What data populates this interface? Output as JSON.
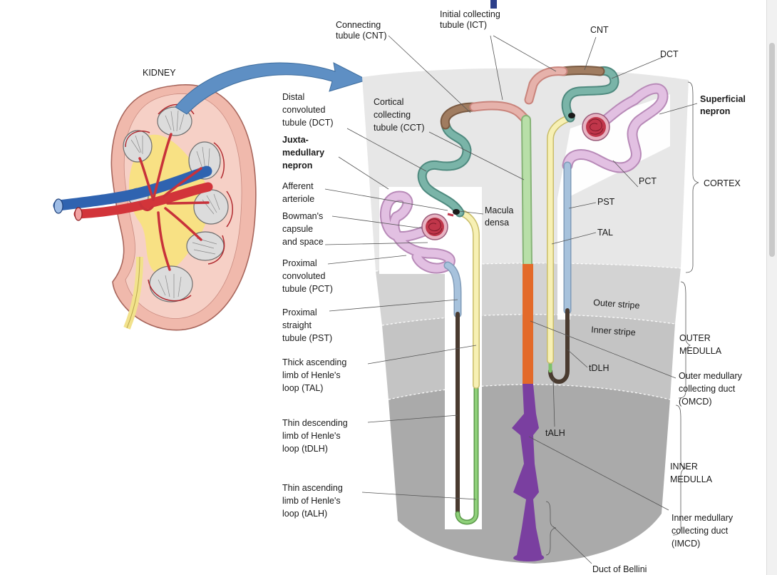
{
  "labels": {
    "kidney": "KIDNEY",
    "cnt_left": [
      "Connecting",
      "tubule (CNT)"
    ],
    "ict": [
      "Initial collecting",
      "tubule (ICT)"
    ],
    "cnt_right": "CNT",
    "dct_right": "DCT",
    "superficial": [
      "Superficial",
      "nepron"
    ],
    "dct_left": [
      "Distal",
      "convoluted",
      "tubule (DCT)"
    ],
    "juxta": [
      "Juxta-",
      "medullary",
      "nepron"
    ],
    "cct": [
      "Cortical",
      "collecting",
      "tubule (CCT)"
    ],
    "afferent": [
      "Afferent",
      "arteriole"
    ],
    "bowman": [
      "Bowman's",
      "capsule",
      "and space"
    ],
    "macula": [
      "Macula",
      "densa"
    ],
    "pct_left": [
      "Proximal",
      "convoluted",
      "tubule (PCT)"
    ],
    "pct_right": "PCT",
    "cortex": "CORTEX",
    "pst_right": "PST",
    "tal_right": "TAL",
    "pst_left": [
      "Proximal",
      "straight",
      "tubule (PST)"
    ],
    "outer_stripe": "Outer stripe",
    "inner_stripe": "Inner stripe",
    "outer_medulla": [
      "OUTER",
      "MEDULLA"
    ],
    "tal_left": [
      "Thick ascending",
      "limb of Henle's",
      "loop (TAL)"
    ],
    "tdlh_right": "tDLH",
    "omcd": [
      "Outer medullary",
      "collecting duct",
      "(OMCD)"
    ],
    "tdlh_left": [
      "Thin descending",
      "limb of Henle's",
      "loop (tDLH)"
    ],
    "talh_right": "tALH",
    "inner_medulla": [
      "INNER",
      "MEDULLA"
    ],
    "talh_left": [
      "Thin ascending",
      "limb of Henle's",
      "loop (tALH)"
    ],
    "imcd": [
      "Inner medullary",
      "collecting duct",
      "(IMCD)"
    ],
    "bellini": "Duct of Bellini"
  },
  "colors": {
    "cortex_bg": "#e6e6e6",
    "outer_stripe_bg": "#d2d2d2",
    "inner_stripe_bg": "#c4c4c4",
    "inner_medulla_bg": "#a9a9a9",
    "pct": "#d4a3d4",
    "dct": "#6fa89c",
    "cnt": "#9b7355",
    "ict": "#d99f98",
    "cct": "#a9d39a",
    "omcd": "#e36a2a",
    "imcd": "#7a3fa0",
    "pst": "#a7c2dc",
    "tal": "#f4eda3",
    "tdlh": "#4a3b30",
    "talh": "#7fc26b",
    "kidney_cortex": "#f0b9ac",
    "artery": "#d2343a",
    "vein": "#2f63b0",
    "ureter": "#f2e28c",
    "arrow": "#5e8fc4"
  }
}
